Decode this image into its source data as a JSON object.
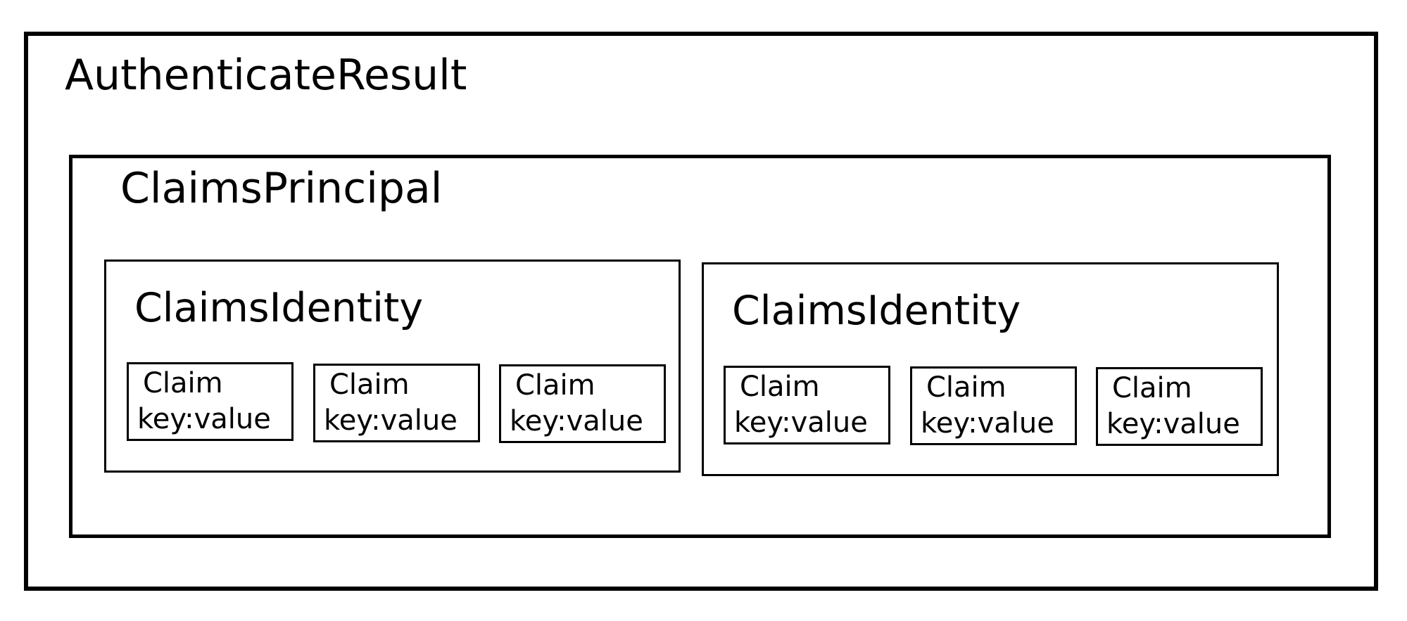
{
  "authenticate_result": {
    "title": "AuthenticateResult",
    "claims_principal": {
      "title": "ClaimsPrincipal",
      "identities": [
        {
          "title": "ClaimsIdentity",
          "claims": [
            {
              "title": "Claim",
              "content": "key:value"
            },
            {
              "title": "Claim",
              "content": "key:value"
            },
            {
              "title": "Claim",
              "content": "key:value"
            }
          ]
        },
        {
          "title": "ClaimsIdentity",
          "claims": [
            {
              "title": "Claim",
              "content": "key:value"
            },
            {
              "title": "Claim",
              "content": "key:value"
            },
            {
              "title": "Claim",
              "content": "key:value"
            }
          ]
        }
      ]
    }
  }
}
